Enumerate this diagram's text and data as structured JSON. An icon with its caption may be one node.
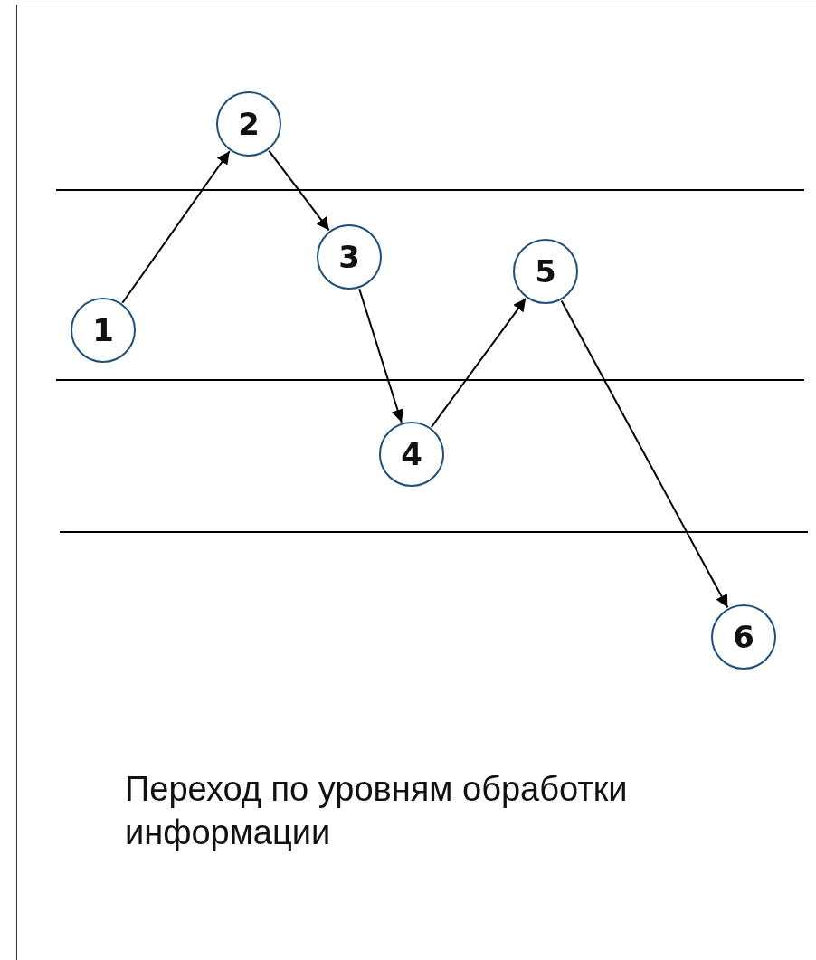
{
  "diagram": {
    "caption": "Переход по уровням обработки информации",
    "nodes": [
      {
        "text": [
          "1"
        ]
      },
      {
        "text": [
          "2"
        ]
      },
      {
        "text": [
          "3"
        ]
      },
      {
        "text": [
          "4"
        ]
      },
      {
        "text": [
          "5"
        ]
      },
      {
        "text": [
          "6"
        ]
      }
    ],
    "edges": [
      {
        "from": 0,
        "to": 1,
        "arrow": "to"
      },
      {
        "from": 1,
        "to": 2,
        "arrow": "to"
      },
      {
        "from": 2,
        "to": 3,
        "arrow": "to"
      },
      {
        "from": 3,
        "to": 4,
        "arrow": "to"
      },
      {
        "from": 4,
        "to": 5,
        "arrow": "to"
      }
    ]
  }
}
